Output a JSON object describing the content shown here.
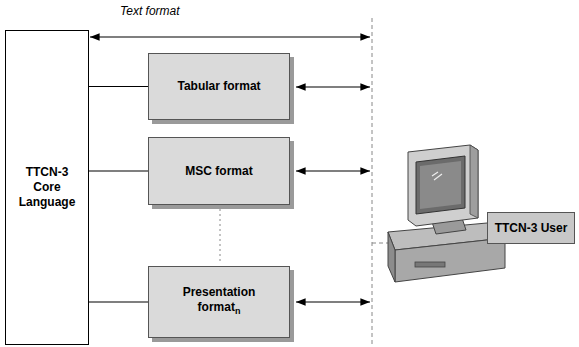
{
  "diagram": {
    "nodes": [
      {
        "text": [
          "TTCN-3 Core Language"
        ]
      },
      {
        "text": [
          "Tabular format"
        ]
      },
      {
        "text": [
          "MSC format"
        ]
      },
      {
        "text": [
          "Presentation format",
          "n"
        ]
      },
      {
        "text": [
          "TTCN-3 User"
        ]
      }
    ],
    "edges": [
      {
        "from": 0,
        "to": 1,
        "arrow": "none"
      },
      {
        "from": 0,
        "to": 2,
        "arrow": "none"
      },
      {
        "from": 0,
        "to": 3,
        "arrow": "none"
      }
    ],
    "labels": [
      "Text format"
    ]
  }
}
